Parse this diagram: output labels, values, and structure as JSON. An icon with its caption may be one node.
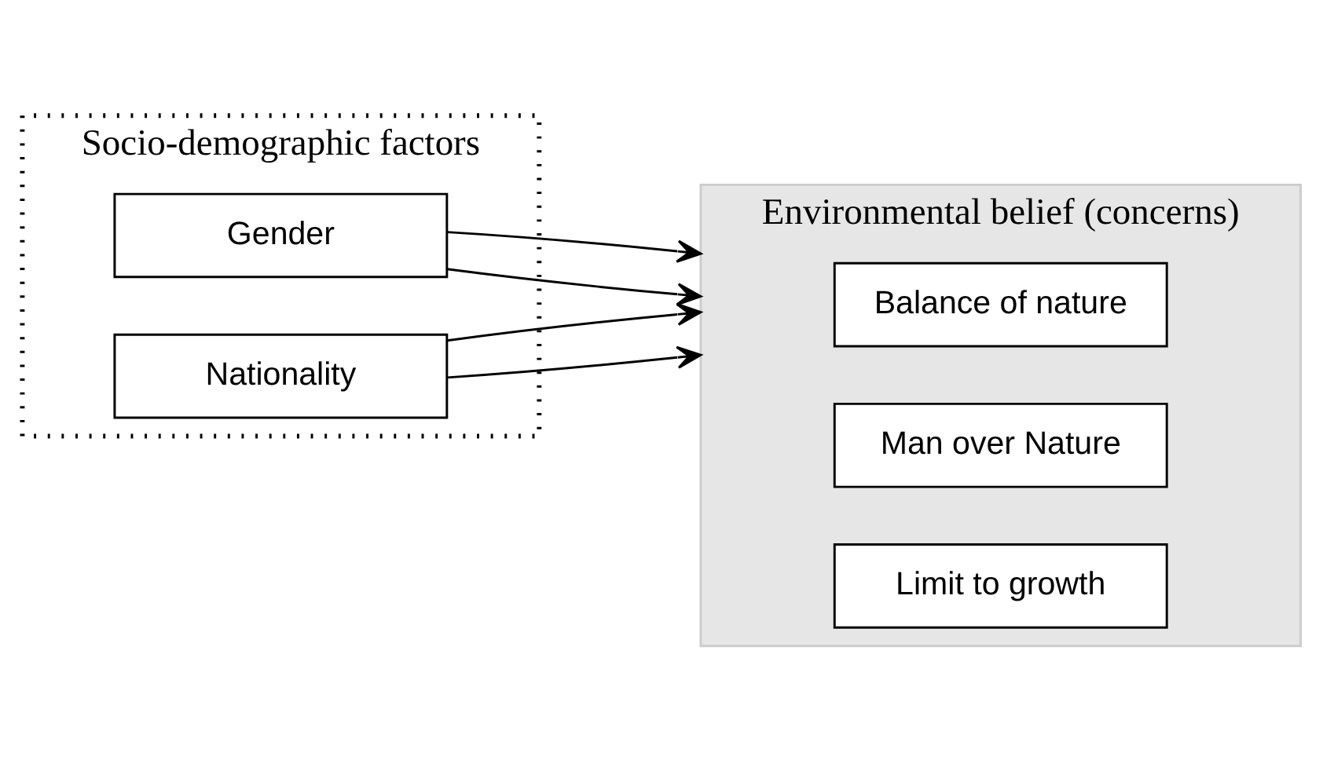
{
  "diagram": {
    "nodes": [
      {
        "text": [
          "Socio-demographic factors"
        ]
      },
      {
        "text": [
          "Gender"
        ],
        "in": 0
      },
      {
        "text": [
          "Nationality"
        ],
        "in": 0
      },
      {
        "text": [
          "Environmental belief (concerns)"
        ]
      },
      {
        "text": [
          "Balance of nature"
        ],
        "in": 3
      },
      {
        "text": [
          "Man over Nature"
        ],
        "in": 3
      },
      {
        "text": [
          "Limit to growth"
        ],
        "in": 3
      }
    ],
    "edges": [
      {
        "from": 1,
        "to": 3,
        "arrow": "to"
      },
      {
        "from": 2,
        "to": 3,
        "arrow": "to"
      },
      {
        "from": 1,
        "to": 3,
        "arrow": "to"
      },
      {
        "from": 2,
        "to": 3,
        "arrow": "to"
      }
    ]
  }
}
